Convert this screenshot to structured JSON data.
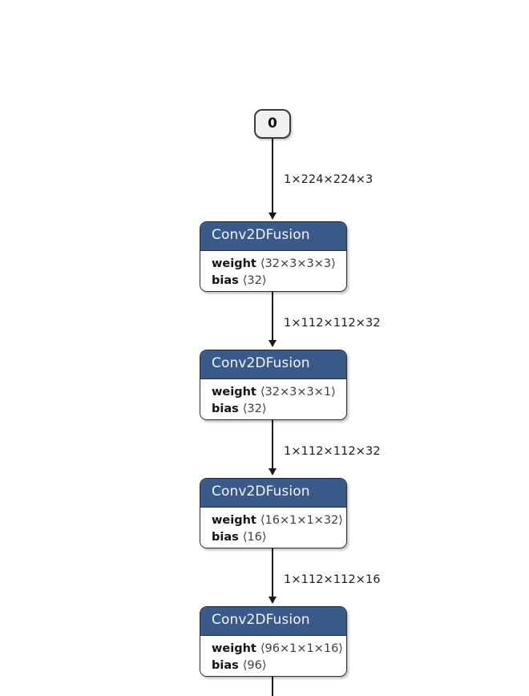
{
  "graph": {
    "background_color": "#ffffff",
    "node_header_color": "#3a5a8a",
    "node_header_text_color": "#f2f4f7",
    "node_border_color": "#2b2b2b",
    "edge_color": "#1a1a1a",
    "input_node_fill": "#f0f0f0"
  },
  "input_node": {
    "label": "0"
  },
  "nodes": [
    {
      "type": "Conv2DFusion",
      "attributes": [
        {
          "key": "weight",
          "value": "⟨32×3×3×3⟩"
        },
        {
          "key": "bias",
          "value": "⟨32⟩"
        }
      ]
    },
    {
      "type": "Conv2DFusion",
      "attributes": [
        {
          "key": "weight",
          "value": "⟨32×3×3×1⟩"
        },
        {
          "key": "bias",
          "value": "⟨32⟩"
        }
      ]
    },
    {
      "type": "Conv2DFusion",
      "attributes": [
        {
          "key": "weight",
          "value": "⟨16×1×1×32⟩"
        },
        {
          "key": "bias",
          "value": "⟨16⟩"
        }
      ]
    },
    {
      "type": "Conv2DFusion",
      "attributes": [
        {
          "key": "weight",
          "value": "⟨96×1×1×16⟩"
        },
        {
          "key": "bias",
          "value": "⟨96⟩"
        }
      ]
    }
  ],
  "edges": [
    {
      "label": "1×224×224×3"
    },
    {
      "label": "1×112×112×32"
    },
    {
      "label": "1×112×112×32"
    },
    {
      "label": "1×112×112×16"
    }
  ]
}
